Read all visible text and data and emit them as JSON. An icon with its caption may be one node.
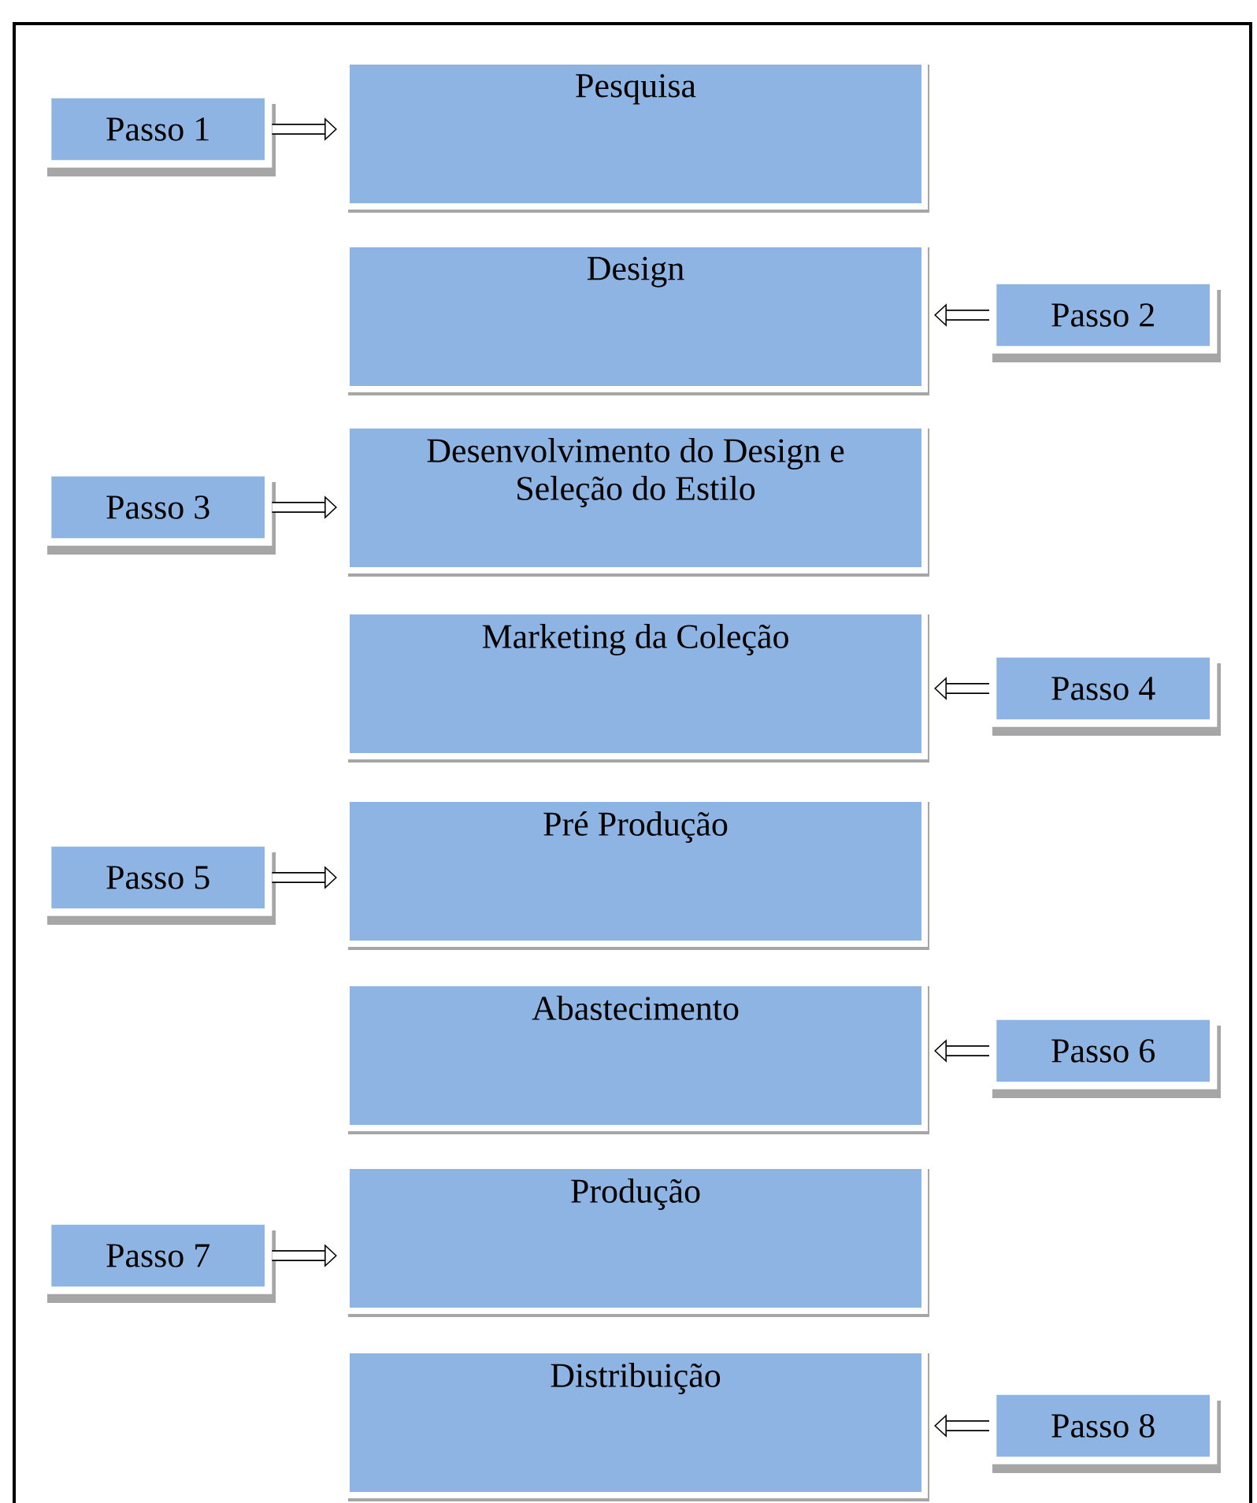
{
  "diagram": {
    "nodes": [
      {
        "text": [
          "Passo 1"
        ]
      },
      {
        "text": [
          "Pesquisa"
        ]
      },
      {
        "text": [
          "Design"
        ]
      },
      {
        "text": [
          "Passo 2"
        ]
      },
      {
        "text": [
          "Passo 3"
        ]
      },
      {
        "text": [
          "Desenvolvimento do Design e Seleção do Estilo"
        ]
      },
      {
        "text": [
          "Marketing da Coleção"
        ]
      },
      {
        "text": [
          "Passo 4"
        ]
      },
      {
        "text": [
          "Passo 5"
        ]
      },
      {
        "text": [
          "Pré Produção"
        ]
      },
      {
        "text": [
          "Abastecimento"
        ]
      },
      {
        "text": [
          "Passo 6"
        ]
      },
      {
        "text": [
          "Passo 7"
        ]
      },
      {
        "text": [
          "Produção"
        ]
      },
      {
        "text": [
          "Distribuição"
        ]
      },
      {
        "text": [
          "Passo 8"
        ]
      }
    ],
    "edges": [
      {
        "from": 0,
        "to": 1,
        "arrow": "to"
      },
      {
        "from": 3,
        "to": 2,
        "arrow": "to"
      },
      {
        "from": 4,
        "to": 5,
        "arrow": "to"
      },
      {
        "from": 7,
        "to": 6,
        "arrow": "to"
      },
      {
        "from": 8,
        "to": 9,
        "arrow": "to"
      },
      {
        "from": 11,
        "to": 10,
        "arrow": "to"
      },
      {
        "from": 12,
        "to": 13,
        "arrow": "to"
      },
      {
        "from": 15,
        "to": 14,
        "arrow": "to"
      }
    ]
  }
}
